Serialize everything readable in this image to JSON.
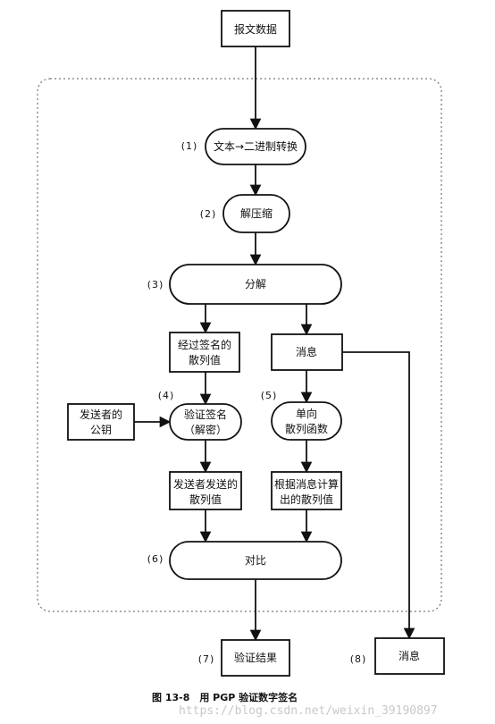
{
  "nodes": {
    "message_data": "报文数据",
    "text_to_binary": "文本→二进制转换",
    "decompress": "解压缩",
    "split": "分解",
    "signed_hash_1": "经过签名的",
    "signed_hash_2": "散列值",
    "message": "消息",
    "sender_pubkey_1": "发送者的",
    "sender_pubkey_2": "公钥",
    "verify_sig_1": "验证签名",
    "verify_sig_2": "（解密）",
    "one_way_1": "单向",
    "one_way_2": "散列函数",
    "sender_hash_1": "发送者发送的",
    "sender_hash_2": "散列值",
    "computed_hash_1": "根据消息计算",
    "computed_hash_2": "出的散列值",
    "compare": "对比",
    "verify_result": "验证结果",
    "message_out": "消息"
  },
  "steps": {
    "s1": "(1)",
    "s2": "(2)",
    "s3": "(3)",
    "s4": "(4)",
    "s5": "(5)",
    "s6": "(6)",
    "s7": "(7)",
    "s8": "(8)"
  },
  "caption": "图 13-8　用 PGP 验证数字签名",
  "watermark": "https://blog.csdn.net/weixin_39190897"
}
